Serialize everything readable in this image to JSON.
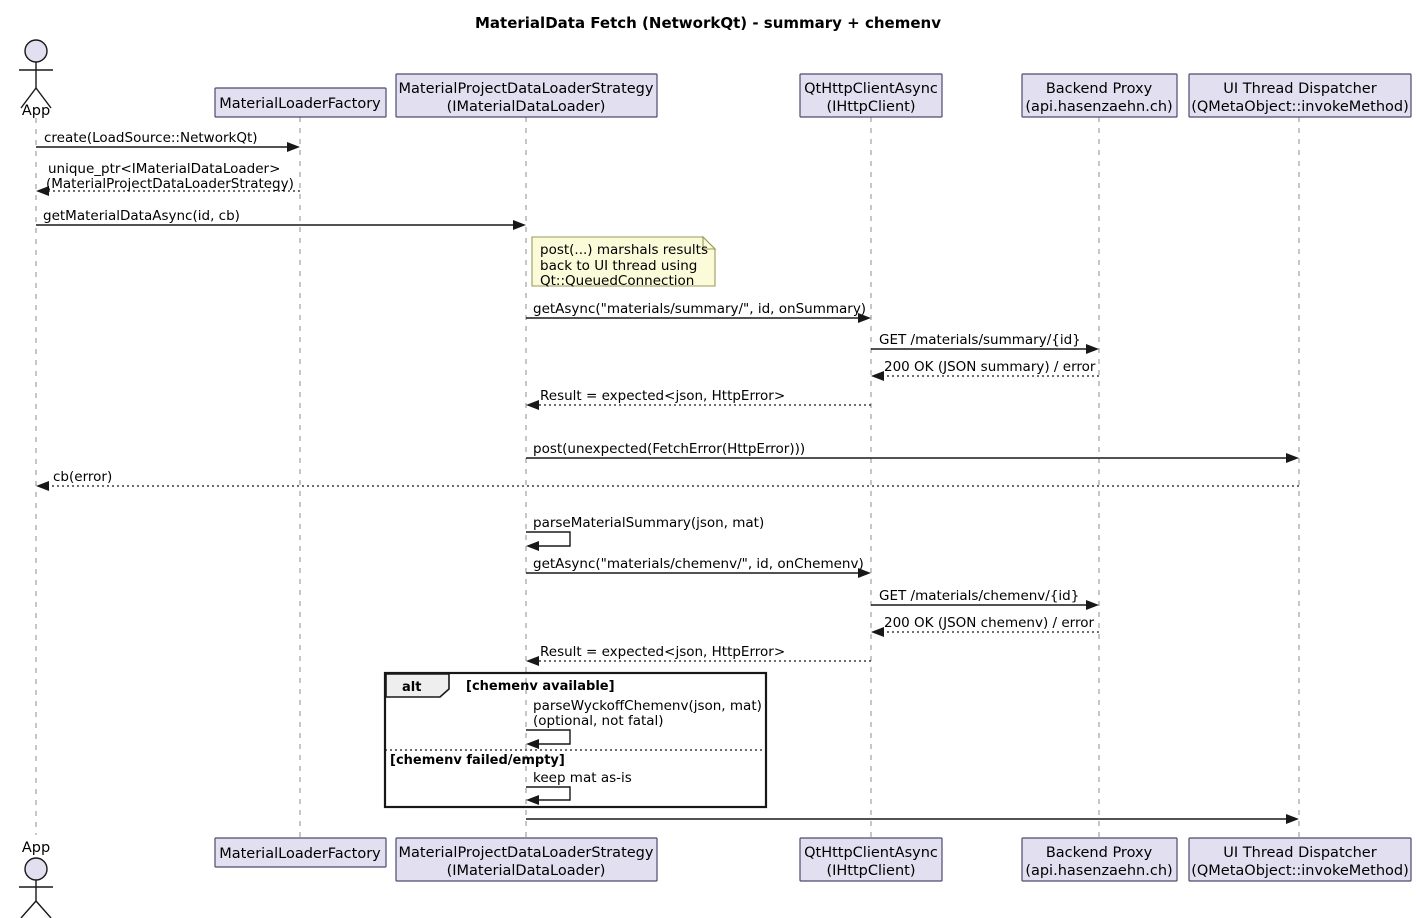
{
  "title": "MaterialData Fetch (NetworkQt) - summary + chemenv",
  "actor": {
    "name": "App",
    "icon": "actor-stick-figure"
  },
  "participants": [
    {
      "id": "factory",
      "line1": "MaterialLoaderFactory",
      "line2": ""
    },
    {
      "id": "strategy",
      "line1": "MaterialProjectDataLoaderStrategy",
      "line2": "(IMaterialDataLoader)"
    },
    {
      "id": "httpclient",
      "line1": "QtHttpClientAsync",
      "line2": "(IHttpClient)"
    },
    {
      "id": "backend",
      "line1": "Backend Proxy",
      "line2": "(api.hasenzaehn.ch)"
    },
    {
      "id": "dispatcher",
      "line1": "UI Thread Dispatcher",
      "line2": "(QMetaObject::invokeMethod)"
    }
  ],
  "note": {
    "lines": [
      "post(...) marshals results",
      "back to UI thread using",
      "Qt::QueuedConnection"
    ]
  },
  "messages": [
    {
      "id": "m1",
      "label": "create(LoadSource::NetworkQt)",
      "kind": "call",
      "from": "actor",
      "to": "factory"
    },
    {
      "id": "m2",
      "label": "unique_ptr<IMaterialDataLoader>",
      "label2": "(MaterialProjectDataLoaderStrategy)",
      "kind": "return",
      "from": "factory",
      "to": "actor"
    },
    {
      "id": "m3",
      "label": "getMaterialDataAsync(id, cb)",
      "kind": "call",
      "from": "actor",
      "to": "strategy"
    },
    {
      "id": "m4",
      "label": "getAsync(\"materials/summary/\", id, onSummary)",
      "kind": "call",
      "from": "strategy",
      "to": "httpclient"
    },
    {
      "id": "m5",
      "label": "GET /materials/summary/{id}",
      "kind": "call",
      "from": "httpclient",
      "to": "backend"
    },
    {
      "id": "m6",
      "label": "200 OK (JSON summary) / error",
      "kind": "return",
      "from": "backend",
      "to": "httpclient"
    },
    {
      "id": "m7",
      "label": "Result = expected<json, HttpError>",
      "kind": "return",
      "from": "httpclient",
      "to": "strategy"
    },
    {
      "id": "m8",
      "label": "post(unexpected(FetchError(HttpError)))",
      "kind": "call",
      "from": "strategy",
      "to": "dispatcher"
    },
    {
      "id": "m9",
      "label": "cb(error)",
      "kind": "return",
      "from": "dispatcher",
      "to": "actor"
    },
    {
      "id": "m10",
      "label": "parseMaterialSummary(json, mat)",
      "kind": "self",
      "from": "strategy",
      "to": "strategy"
    },
    {
      "id": "m11",
      "label": "getAsync(\"materials/chemenv/\", id, onChemenv)",
      "kind": "call",
      "from": "strategy",
      "to": "httpclient"
    },
    {
      "id": "m12",
      "label": "GET /materials/chemenv/{id}",
      "kind": "call",
      "from": "httpclient",
      "to": "backend"
    },
    {
      "id": "m13",
      "label": "200 OK (JSON chemenv) / error",
      "kind": "return",
      "from": "backend",
      "to": "httpclient"
    },
    {
      "id": "m14",
      "label": "Result = expected<json, HttpError>",
      "kind": "return",
      "from": "httpclient",
      "to": "strategy"
    },
    {
      "id": "m15",
      "label": "parseWyckoffChemenv(json, mat)",
      "label2": "(optional, not fatal)",
      "kind": "self",
      "from": "strategy",
      "to": "strategy"
    },
    {
      "id": "m16",
      "label": "keep mat as-is",
      "kind": "self",
      "from": "strategy",
      "to": "strategy"
    },
    {
      "id": "m17",
      "label": "",
      "kind": "call",
      "from": "strategy",
      "to": "dispatcher"
    }
  ],
  "alt_fragment": {
    "operator": "alt",
    "guards": [
      "[chemenv available]",
      "[chemenv failed/empty]"
    ]
  },
  "colors": {
    "participant_fill": "#E2E0F0",
    "participant_border": "#4B4B6E",
    "note_fill": "#FBFBDA",
    "note_border": "#9A9A5B",
    "line": "#181818",
    "lifeline": "#A0A0A0",
    "alt_tab_fill": "#EEEEEE",
    "background": "#FFFFFF"
  }
}
